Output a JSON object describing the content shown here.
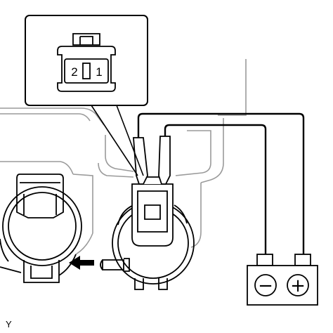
{
  "connector": {
    "pin_left": "2",
    "pin_right": "1"
  },
  "battery": {
    "negative_symbol": "−",
    "positive_symbol": "+"
  },
  "figure_code": "Y",
  "icons": [
    "connector-icon",
    "battery-icon",
    "arrow-icon"
  ]
}
